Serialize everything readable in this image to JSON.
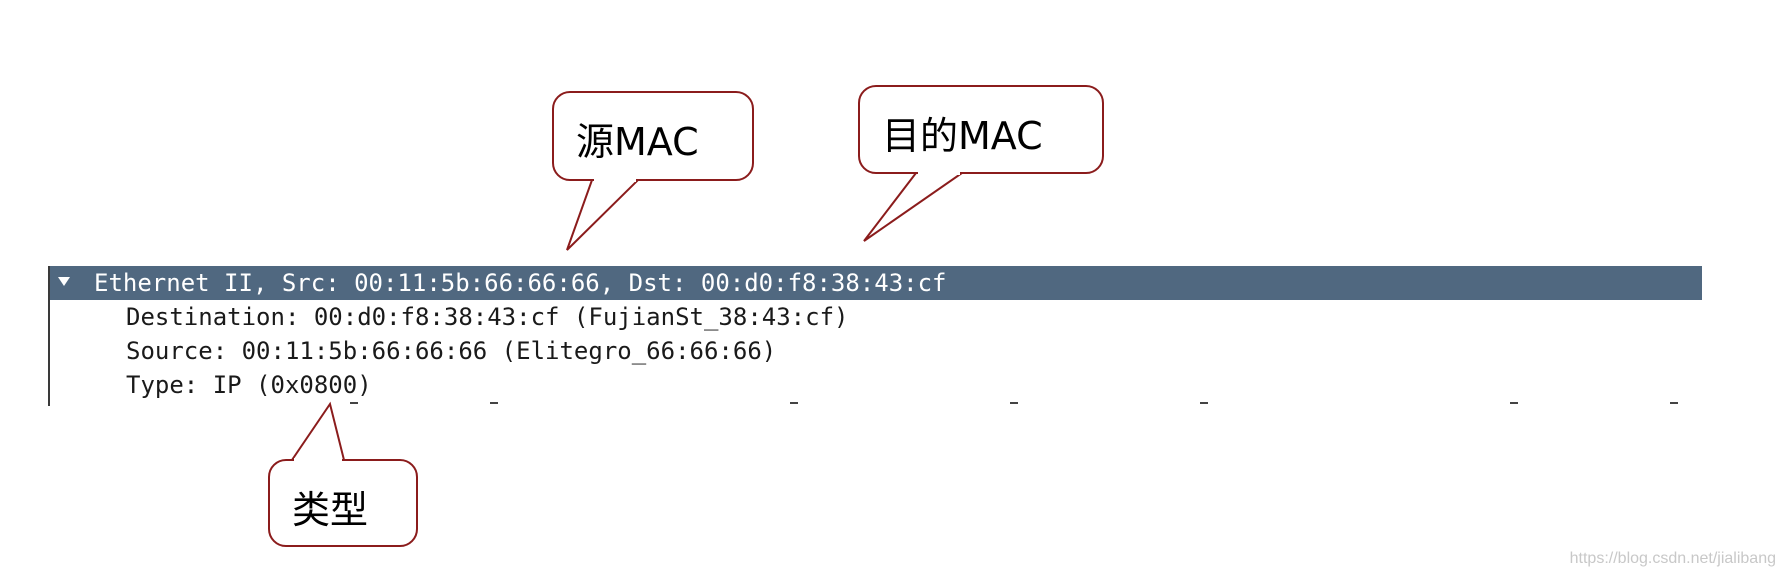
{
  "packet_tree": {
    "header": "Ethernet II, Src: 00:11:5b:66:66:66, Dst: 00:d0:f8:38:43:cf",
    "fields": [
      "Destination: 00:d0:f8:38:43:cf (FujianSt_38:43:cf)",
      "Source: 00:11:5b:66:66:66 (Elitegro_66:66:66)",
      "Type: IP (0x0800)"
    ]
  },
  "callouts": {
    "source_mac": "源MAC",
    "dest_mac": "目的MAC",
    "type": "类型"
  },
  "watermark": "https://blog.csdn.net/jialibang",
  "colors": {
    "header_bg": "#506880",
    "callout_border": "#8b1c1c"
  },
  "icons": {
    "expander": "triangle-down-icon"
  }
}
